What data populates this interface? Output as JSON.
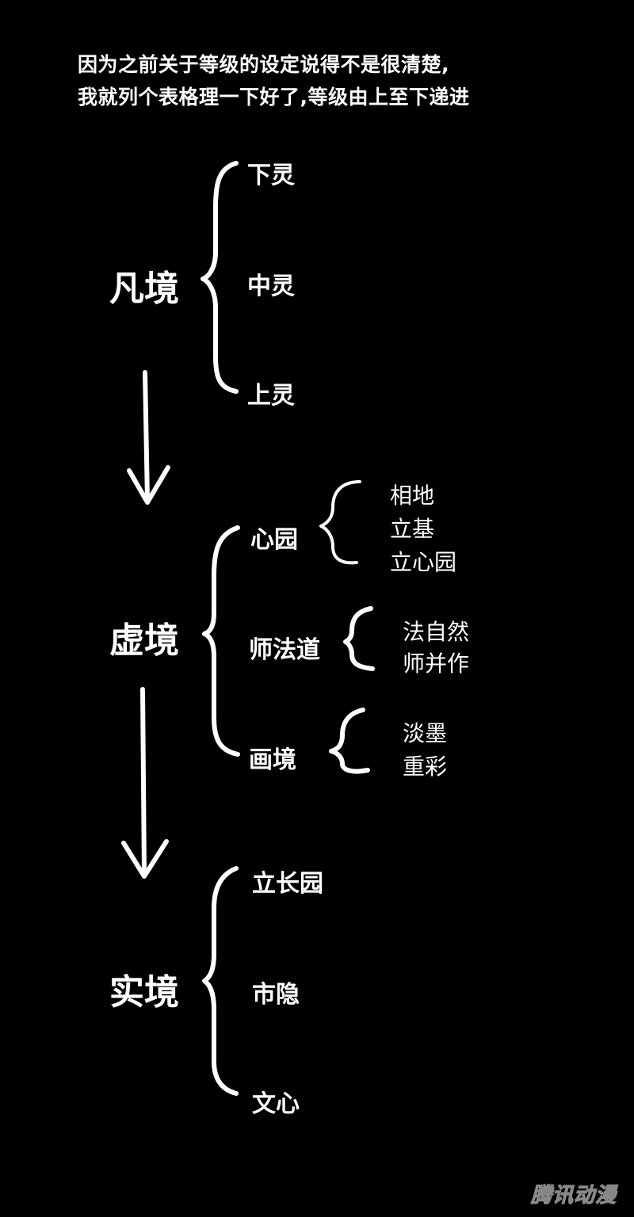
{
  "intro": {
    "line1": "因为之前关于等级的设定说得不是很清楚,",
    "line2": "我就列个表格理一下好了,等级由上至下递进"
  },
  "realms": [
    {
      "name": "凡境",
      "levels": [
        "下灵",
        "中灵",
        "上灵"
      ]
    },
    {
      "name": "虚境",
      "levels": [
        {
          "name": "心园",
          "subs": [
            "相地",
            "立基",
            "立心园"
          ]
        },
        {
          "name": "师法道",
          "subs": [
            "法自然",
            "师并作"
          ]
        },
        {
          "name": "画境",
          "subs": [
            "淡墨",
            "重彩"
          ]
        }
      ]
    },
    {
      "name": "实境",
      "levels": [
        "立长园",
        "市隐",
        "文心"
      ]
    }
  ],
  "watermark": "腾讯动漫",
  "colors": {
    "background": "#000000",
    "foreground": "#ffffff"
  }
}
